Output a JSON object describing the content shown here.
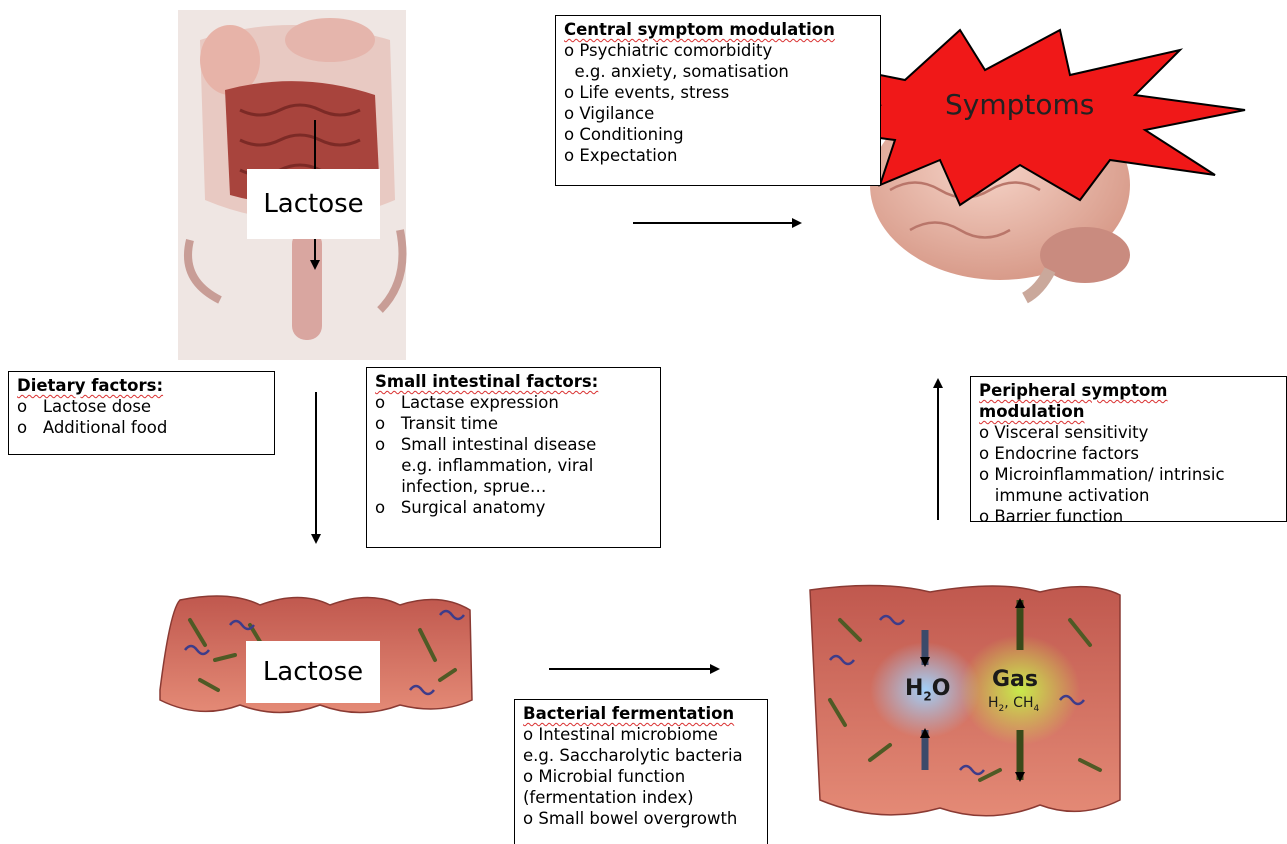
{
  "intestine_top_label": "Lactose",
  "colon_label": "Lactose",
  "symptoms_label": "Symptoms",
  "water_label_main": "H",
  "water_label_sub": "2",
  "water_label_end": "O",
  "gas_label": "Gas",
  "gas_sub_h": "H",
  "gas_sub_h2": "2",
  "gas_sub_sep": ", CH",
  "gas_sub_ch4": "4",
  "central": {
    "title": "Central symptom modulation",
    "items": [
      "o Psychiatric comorbidity",
      "  e.g. anxiety, somatisation",
      "o Life events, stress",
      "o Vigilance",
      "o Conditioning",
      "o Expectation"
    ]
  },
  "dietary": {
    "title": "Dietary factors:",
    "items": [
      "o   Lactose dose",
      "o   Additional food"
    ]
  },
  "small_intestinal": {
    "title": "Small intestinal factors:",
    "items": [
      "o   Lactase expression",
      "o   Transit time",
      "o   Small intestinal disease",
      "     e.g. inflammation, viral",
      "     infection, sprue…",
      "o   Surgical anatomy"
    ]
  },
  "peripheral": {
    "title": "Peripheral symptom modulation",
    "items": [
      "o Visceral sensitivity",
      "o Endocrine factors",
      "o Microinflammation/ intrinsic",
      "   immune activation",
      "o Barrier function"
    ]
  },
  "bacterial": {
    "title": "Bacterial fermentation",
    "items": [
      "o Intestinal microbiome",
      "e.g. Saccharolytic bacteria",
      "o Microbial function",
      "(fermentation index)",
      "o Small bowel overgrowth"
    ]
  }
}
